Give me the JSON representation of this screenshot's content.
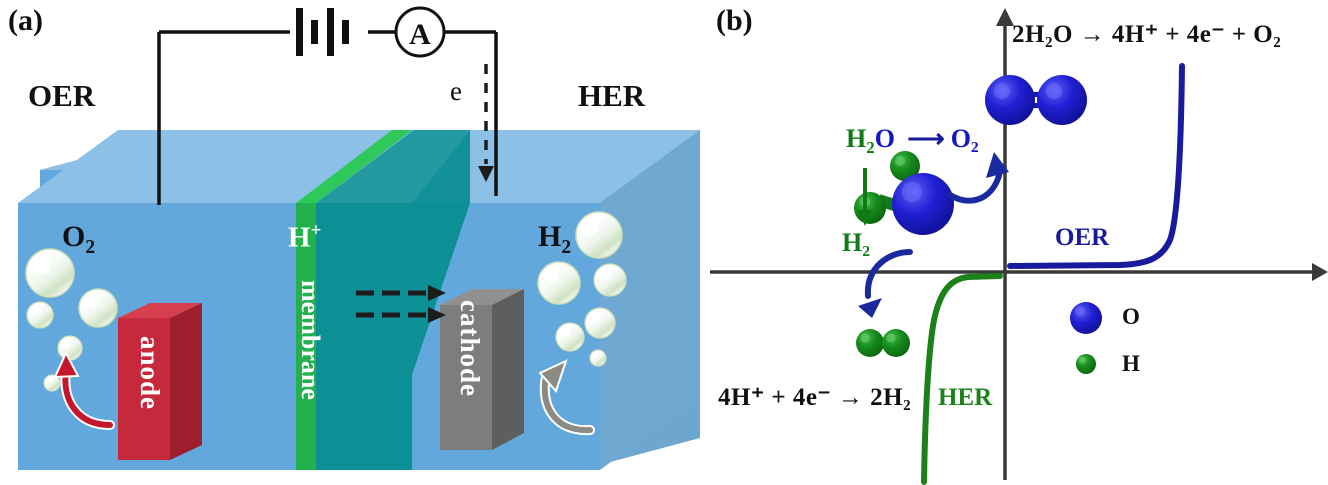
{
  "figure": {
    "panel_a_tag": "(a)",
    "panel_b_tag": "(b)",
    "background": "#ffffff"
  },
  "panel_a": {
    "title_left": "OER",
    "title_right": "HER",
    "electron_label": "e",
    "anode_label": "anode",
    "cathode_label": "cathode",
    "membrane_label": "membrane",
    "proton_label_h": "H",
    "proton_label_charge": "+",
    "oxygen_label_o": "O",
    "oxygen_label_sub": "2",
    "hydrogen_label_h": "H",
    "hydrogen_label_sub": "2",
    "ammeter_label": "A",
    "colors": {
      "tank_front": "#62a8dd",
      "tank_top": "#8cc0e6",
      "tank_right": "#6da6cf",
      "membrane_zone": "#0d8f96",
      "membrane_green": "#22b14c",
      "membrane_green_dark": "#17a03f",
      "anode_red": "#c6293b",
      "anode_red_dark": "#9d1f2e",
      "cathode_gray": "#7d7d7d",
      "cathode_gray_dark": "#5e5e5e",
      "wire": "#111111"
    }
  },
  "panel_b": {
    "oer_equation": "2H₂O → 4H⁺ + 4e⁻ + O₂",
    "her_equation": "4H⁺ + 4e⁻ → 2H₂",
    "oer_curve_label": "OER",
    "her_curve_label": "HER",
    "reactant_label_h2": "H₂",
    "reactant_label_o": "O",
    "reactant_label_h2o_sub": "2",
    "product_o2": "O₂",
    "product_h2": "H₂",
    "legend": [
      {
        "symbol": "O",
        "color": "#1414c8",
        "radius": 15
      },
      {
        "symbol": "H",
        "color": "#117a17",
        "radius": 9
      }
    ],
    "colors": {
      "axis": "#3a3a3a",
      "oer_blue": "#1a1a9e",
      "her_green": "#1a8218",
      "oxygen_blue": "#1414c8",
      "hydrogen_green": "#117a17",
      "equation_black": "#111111"
    }
  },
  "chart_data": {
    "type": "line",
    "title": "",
    "xlabel": "",
    "ylabel": "",
    "axes": {
      "origin_x": 1005,
      "origin_y": 272,
      "x_arrow_end": 1320,
      "y_arrow_end": 18,
      "grid": false,
      "axis_style": "arrow-ended cartesian cross"
    },
    "series": [
      {
        "name": "OER",
        "color": "#1a1a9e",
        "label_position": "left-of-onset, above axis",
        "description": "flat near zero current on positive-potential side, then sharp anodic rise",
        "points": [
          {
            "x": 1010,
            "y": 268
          },
          {
            "x": 1080,
            "y": 267
          },
          {
            "x": 1130,
            "y": 264
          },
          {
            "x": 1158,
            "y": 252
          },
          {
            "x": 1170,
            "y": 215
          },
          {
            "x": 1176,
            "y": 150
          },
          {
            "x": 1180,
            "y": 68
          }
        ]
      },
      {
        "name": "HER",
        "color": "#1a8218",
        "label_position": "right-of-onset, below axis",
        "description": "flat near zero current approaching origin from negative side, then sharp cathodic drop",
        "points": [
          {
            "x": 1000,
            "y": 276
          },
          {
            "x": 960,
            "y": 278
          },
          {
            "x": 940,
            "y": 288
          },
          {
            "x": 930,
            "y": 310
          },
          {
            "x": 925,
            "y": 360
          },
          {
            "x": 922,
            "y": 420
          },
          {
            "x": 920,
            "y": 480
          }
        ]
      }
    ],
    "annotations": [
      {
        "text": "2H₂O → 4H⁺ + 4e⁻ + O₂",
        "quadrant": "upper-right"
      },
      {
        "text": "4H⁺ + 4e⁻ → 2H₂",
        "quadrant": "lower-left"
      },
      {
        "text": "H₂O → O₂",
        "quadrant": "upper-left"
      },
      {
        "text": "H₂",
        "quadrant": "upper-left"
      }
    ],
    "molecules": [
      {
        "name": "O₂",
        "quadrant": "upper-right",
        "atoms": [
          "O",
          "O"
        ]
      },
      {
        "name": "H₂",
        "quadrant": "lower-left",
        "atoms": [
          "H",
          "H"
        ]
      },
      {
        "name": "H₂O",
        "quadrant": "upper-left",
        "atoms": [
          "O",
          "H",
          "H"
        ]
      }
    ]
  }
}
